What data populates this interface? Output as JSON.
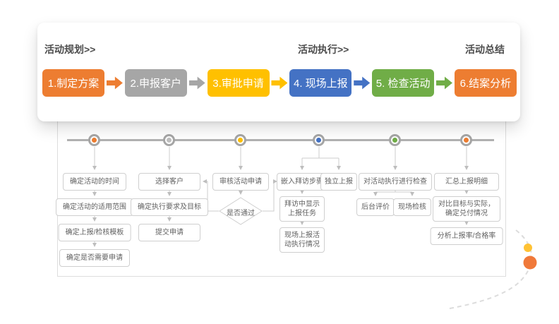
{
  "card": {
    "phases": [
      {
        "label": "活动规划>>"
      },
      {
        "label": "活动执行>>"
      },
      {
        "label": "活动总结"
      }
    ],
    "steps": [
      {
        "label": "1.制定方案",
        "color": "#ED7D31"
      },
      {
        "label": "2.申报客户",
        "color": "#A6A6A6"
      },
      {
        "label": "3.审批申请",
        "color": "#FFC000"
      },
      {
        "label": "4. 现场上报",
        "color": "#4472C4"
      },
      {
        "label": "5. 检查活动",
        "color": "#70AD47"
      },
      {
        "label": "6.结案分析",
        "color": "#ED7D31"
      }
    ]
  },
  "timeline": {
    "dots": [
      {
        "color": "#ED7D31"
      },
      {
        "color": "#BFBFBF"
      },
      {
        "color": "#FFC000"
      },
      {
        "color": "#4472C4"
      },
      {
        "color": "#70AD47"
      },
      {
        "color": "#ED7D31"
      }
    ]
  },
  "flow": {
    "planning": {
      "steps": [
        "确定活动的时间",
        "确定活动的适用范围",
        "确定上报/检核模板",
        "确定是否需要申请"
      ]
    },
    "declare": {
      "steps": [
        "选择客户",
        "确定执行要求及目标",
        "提交申请"
      ]
    },
    "approval": {
      "step": "审核活动申请",
      "decision": "是否通过"
    },
    "report": {
      "branch_left": "嵌入拜访步骤",
      "branch_right": "独立上报",
      "steps": [
        "拜访中显示上报任务",
        "现场上报活动执行情况"
      ]
    },
    "check": {
      "step": "对活动执行进行检查",
      "branches": [
        "后台评价",
        "现场检核"
      ]
    },
    "summary": {
      "steps": [
        "汇总上报明细",
        "对比目标与实际，确定兑付情况",
        "分析上报率/合格率"
      ]
    }
  },
  "decoration": {
    "small_dot_color": "#FFC234",
    "large_dot_color": "#F0793A",
    "dash_color": "#dcdcdc"
  }
}
